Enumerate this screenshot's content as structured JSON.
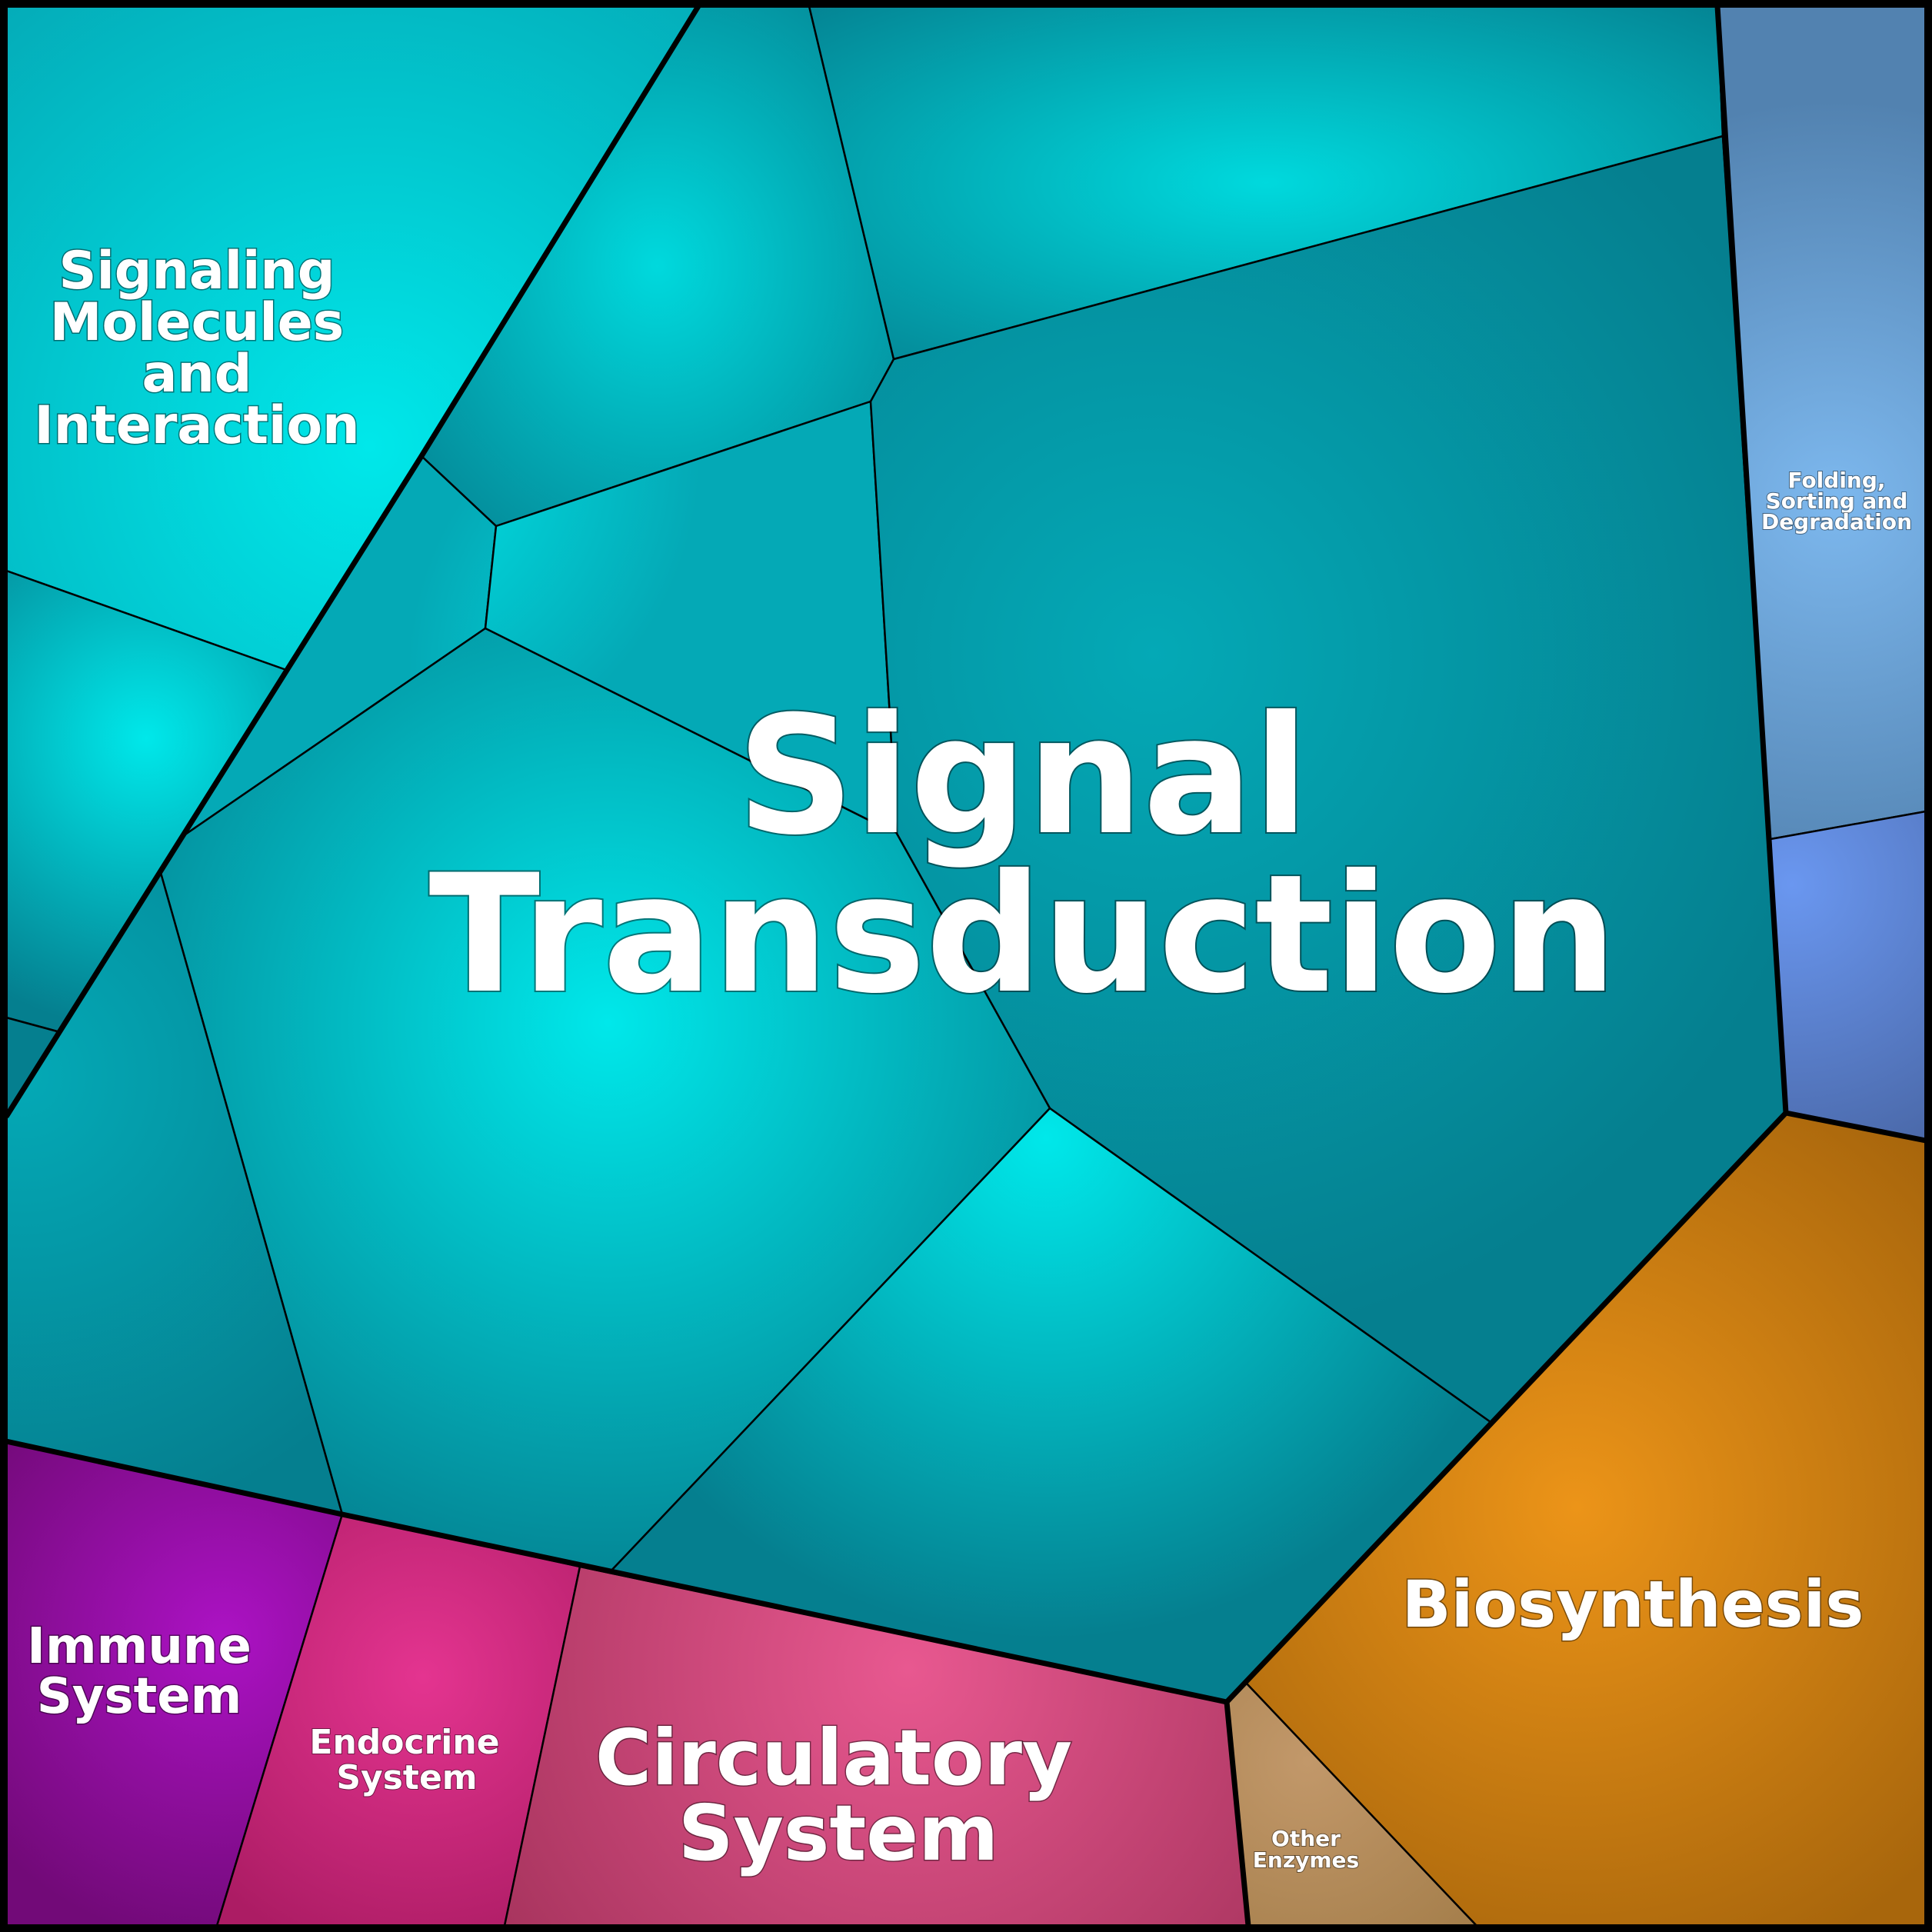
{
  "diagram": {
    "type": "voronoi-treemap",
    "colors": {
      "signal_dark": "#057f8f",
      "signal_mid": "#04a9b6",
      "signal_light": "#00e8ea",
      "signal_bright_top": "#00d9dd",
      "folding_light": "#7db8ee",
      "folding_dark": "#5282b0",
      "folding_lower_light": "#6a97f0",
      "folding_lower_dark": "#4a68a8",
      "biosynth_light": "#ec9418",
      "biosynth_dark": "#a8660c",
      "other_enzymes_light": "#c2986a",
      "other_enzymes_dark": "#a27c48",
      "immune_light": "#ac12c4",
      "immune_dark": "#720a78",
      "endocrine_light": "#e43490",
      "endocrine_dark": "#ac1c64",
      "circulatory_light": "#e85890",
      "circulatory_dark": "#a03058",
      "outline": "#000000"
    },
    "labels": {
      "signal_line1": "Signal",
      "signal_line2": "Transduction",
      "signaling_line1": "Signaling",
      "signaling_line2": "Molecules",
      "signaling_line3": "and",
      "signaling_line4": "Interaction",
      "folding_line1": "Folding,",
      "folding_line2": "Sorting and",
      "folding_line3": "Degradation",
      "biosynthesis": "Biosynthesis",
      "immune_line1": "Immune",
      "immune_line2": "System",
      "endocrine_line1": "Endocrine",
      "endocrine_line2": "System",
      "circulatory_line1": "Circulatory",
      "circulatory_line2": "System",
      "other_line1": "Other",
      "other_line2": "Enzymes"
    }
  }
}
